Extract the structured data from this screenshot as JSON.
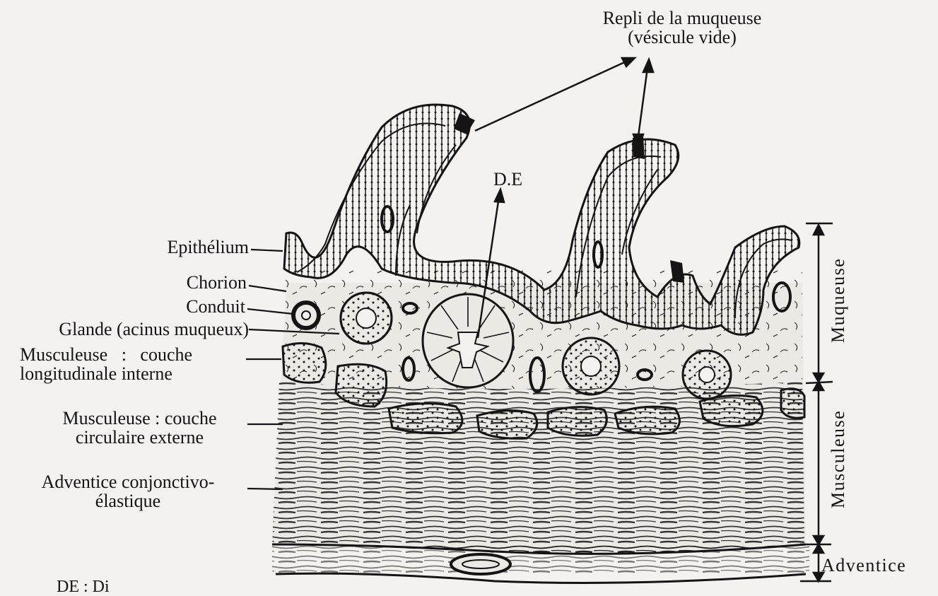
{
  "figure": {
    "top_label_line1": "Repli de la muqueuse",
    "top_label_line2": "(vésicule vide)",
    "de_label": "D.E",
    "left_labels": {
      "epithelium": "Epithélium",
      "chorion": "Chorion",
      "conduit": "Conduit",
      "glande": "Glande (acinus muqueux)",
      "musc_long_1": "Musculeuse   :   couche",
      "musc_long_2": "longitudinale interne",
      "musc_circ_1": "Musculeuse : couche",
      "musc_circ_2": "circulaire externe",
      "adventice_1": "Adventice conjonctivo-",
      "adventice_2": "élastique"
    },
    "right_labels": {
      "muqueuse": "Muqueuse",
      "musculeuse": "Musculeuse",
      "adventice": "Adventice"
    },
    "footer_fragment": "DE : Di"
  },
  "colors": {
    "ink": "#141414",
    "paper": "#f3f2ee",
    "tissue": "#ebe9e3"
  }
}
